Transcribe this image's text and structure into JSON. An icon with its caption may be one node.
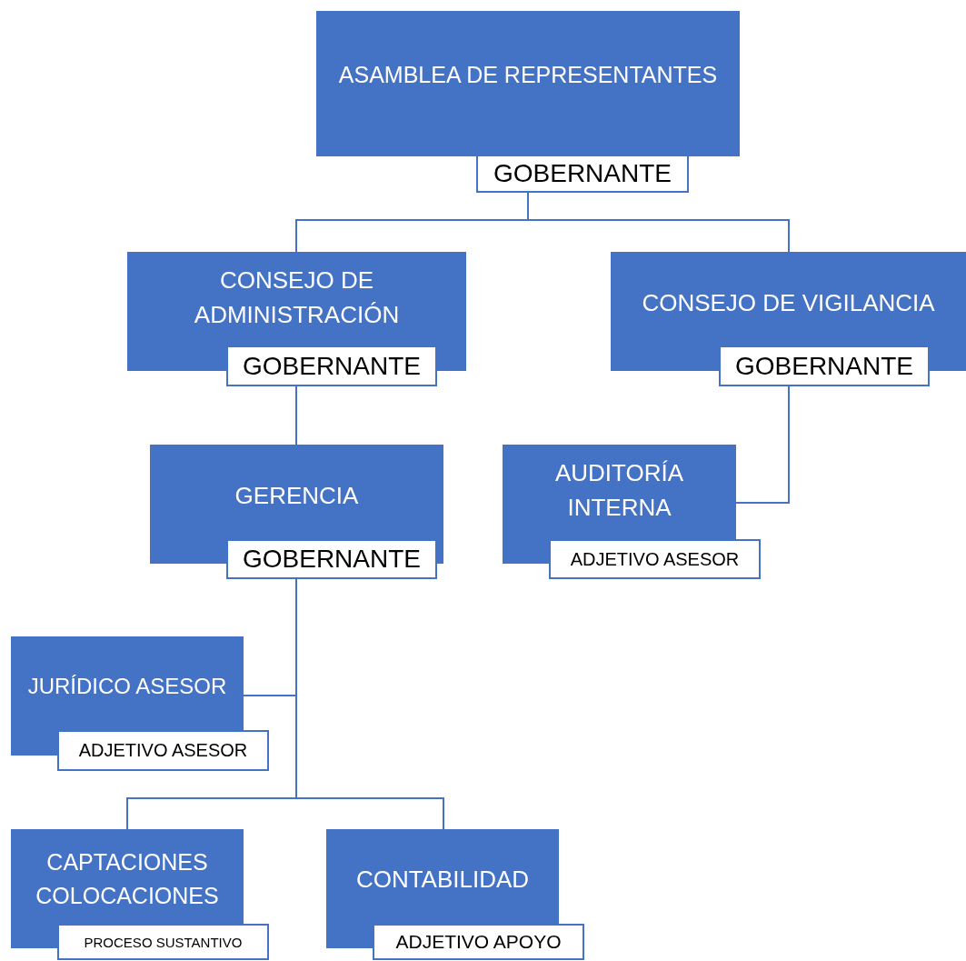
{
  "diagram": {
    "nodes": [
      {
        "text": [
          "ASAMBLEA DE REPRESENTANTES",
          "GOBERNANTE"
        ]
      },
      {
        "text": [
          "CONSEJO DE ADMINISTRACIÓN",
          "GOBERNANTE"
        ]
      },
      {
        "text": [
          "CONSEJO DE VIGILANCIA",
          "GOBERNANTE"
        ]
      },
      {
        "text": [
          "GERENCIA",
          "GOBERNANTE"
        ]
      },
      {
        "text": [
          "AUDITORÍA INTERNA",
          "ADJETIVO ASESOR"
        ]
      },
      {
        "text": [
          "JURÍDICO ASESOR",
          "ADJETIVO ASESOR"
        ]
      },
      {
        "text": [
          "CAPTACIONES COLOCACIONES",
          "PROCESO SUSTANTIVO"
        ]
      },
      {
        "text": [
          "CONTABILIDAD",
          "ADJETIVO APOYO"
        ]
      }
    ],
    "edges": [
      {
        "from": 0,
        "to": 1,
        "arrow": "none"
      },
      {
        "from": 0,
        "to": 2,
        "arrow": "none"
      },
      {
        "from": 1,
        "to": 3,
        "arrow": "none"
      },
      {
        "from": 2,
        "to": 4,
        "arrow": "none"
      },
      {
        "from": 3,
        "to": 5,
        "arrow": "none"
      },
      {
        "from": 3,
        "to": 6,
        "arrow": "none"
      },
      {
        "from": 3,
        "to": 7,
        "arrow": "none"
      }
    ]
  }
}
